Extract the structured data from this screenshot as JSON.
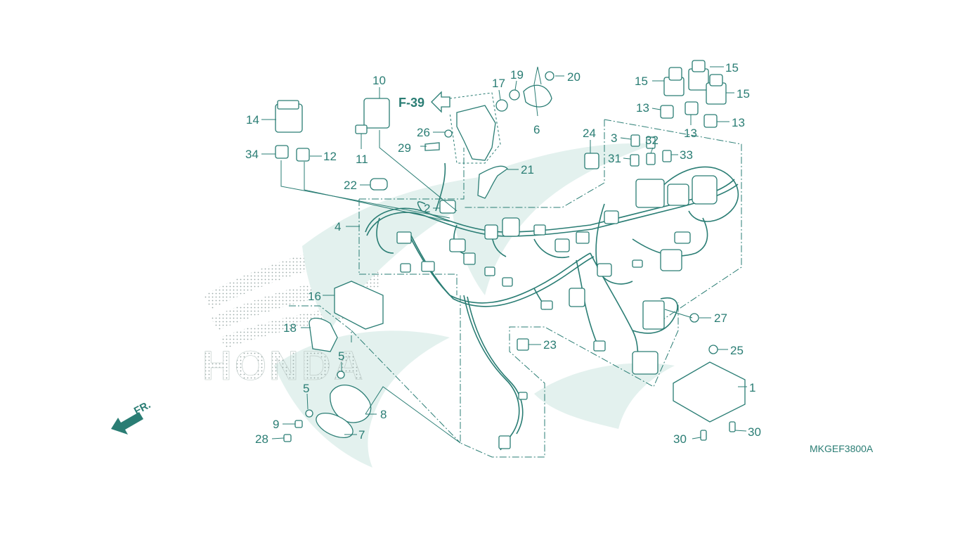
{
  "diagram": {
    "watermark": "HONDA",
    "code": "MKGEF3800A",
    "ref_arrow": "F-39",
    "fr_arrow": "FR.",
    "colors": {
      "ink": "#2a7d74",
      "watermark": "#cfe8e2",
      "background": "#ffffff"
    },
    "callouts": {
      "c1": "1",
      "c2": "2",
      "c3": "3",
      "c4": "4",
      "c5a": "5",
      "c5b": "5",
      "c6": "6",
      "c7": "7",
      "c8": "8",
      "c9": "9",
      "c10": "10",
      "c11": "11",
      "c12": "12",
      "c13a": "13",
      "c13b": "13",
      "c13c": "13",
      "c14": "14",
      "c15a": "15",
      "c15b": "15",
      "c15c": "15",
      "c16": "16",
      "c17": "17",
      "c18": "18",
      "c19": "19",
      "c20": "20",
      "c21": "21",
      "c22": "22",
      "c23": "23",
      "c24": "24",
      "c25": "25",
      "c26": "26",
      "c27": "27",
      "c28": "28",
      "c29": "29",
      "c30a": "30",
      "c30b": "30",
      "c31": "31",
      "c32": "32",
      "c33": "33",
      "c34": "34"
    }
  }
}
